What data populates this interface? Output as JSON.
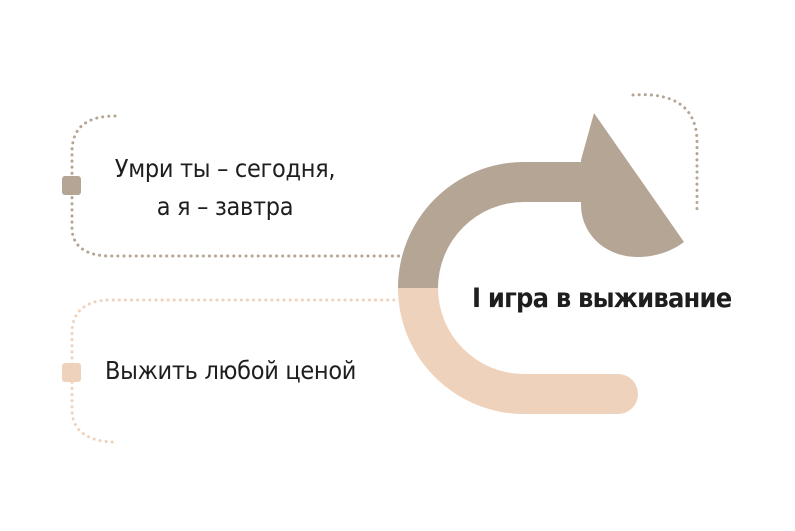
{
  "diagram": {
    "title": "I игра в выживание",
    "branches": [
      {
        "lines": [
          "Умри ты – сегодня,",
          "а я – завтра"
        ]
      },
      {
        "lines": [
          "Выжить любой ценой"
        ]
      }
    ]
  },
  "colors": {
    "taupe": "#b5a595",
    "peach": "#efd2bb",
    "text": "#1e1e1e",
    "background": "#ffffff"
  },
  "icons": {
    "arrow": "curved-u-turn-arrow"
  }
}
